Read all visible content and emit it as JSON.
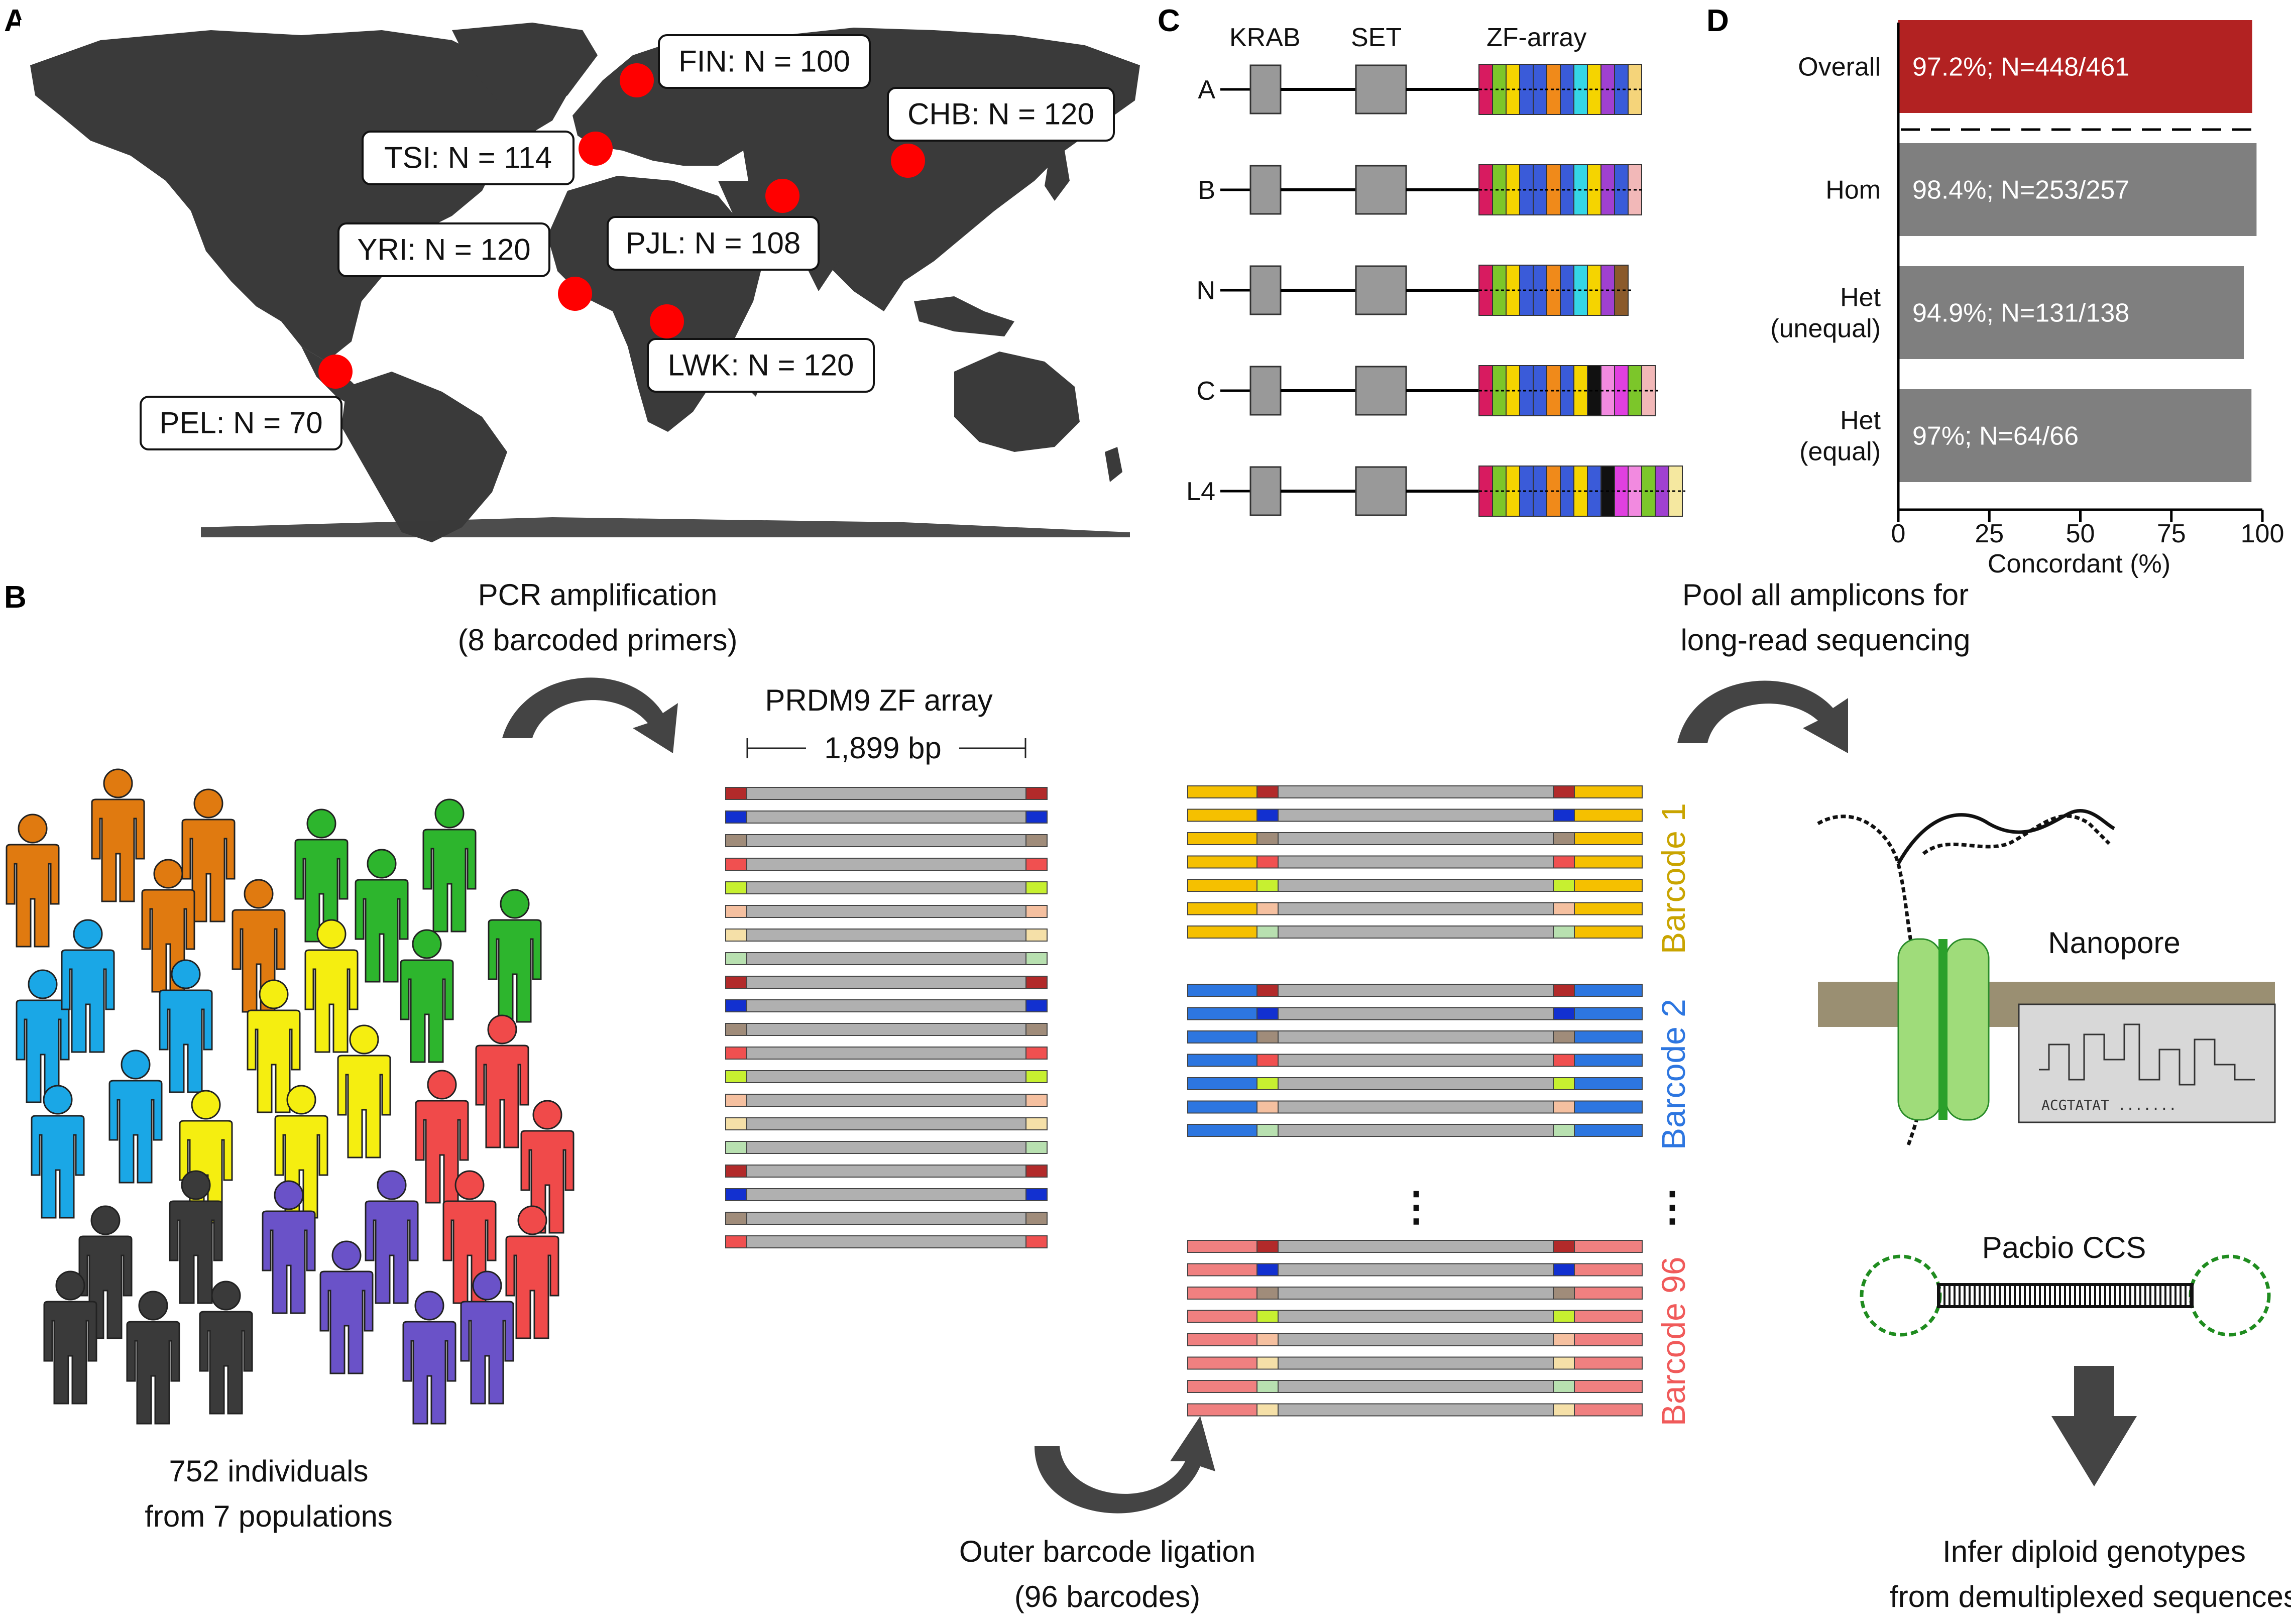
{
  "panels": {
    "a": "A",
    "b": "B",
    "c": "C",
    "d": "D"
  },
  "map": {
    "pins": [
      {
        "id": "fin",
        "label": "FIN: N = 100"
      },
      {
        "id": "chb",
        "label": "CHB: N = 120"
      },
      {
        "id": "tsi",
        "label": "TSI: N = 114"
      },
      {
        "id": "yri",
        "label": "YRI: N = 120"
      },
      {
        "id": "pjl",
        "label": "PJL: N = 108"
      },
      {
        "id": "lwk",
        "label": "LWK: N = 120"
      },
      {
        "id": "pel",
        "label": "PEL: N = 70"
      }
    ],
    "colors": {
      "land": "#3a3a3a",
      "pin": "#ff0000"
    }
  },
  "protein": {
    "domains": [
      "KRAB",
      "SET",
      "ZF-array"
    ],
    "alleles": [
      "A",
      "B",
      "N",
      "C",
      "L4"
    ]
  },
  "chart_data": {
    "type": "bar",
    "categories": [
      "Overall",
      "Hom",
      "Het\n(unequal)",
      "Het\n(equal)"
    ],
    "category_lines": [
      [
        "Overall"
      ],
      [
        "Hom"
      ],
      [
        "Het",
        "(unequal)"
      ],
      [
        "Het",
        "(equal)"
      ]
    ],
    "values": [
      97.2,
      98.4,
      94.9,
      97
    ],
    "bar_labels": [
      "97.2%; N=448/461",
      "98.4%; N=253/257",
      "94.9%; N=131/138",
      "97%; N=64/66"
    ],
    "bar_colors": [
      "#b22222",
      "#7f7f7f",
      "#7f7f7f",
      "#7f7f7f"
    ],
    "xlabel": "Concordant (%)",
    "xlim": [
      0,
      100
    ],
    "xticks": [
      0,
      25,
      50,
      75,
      100
    ],
    "orientation": "horizontal"
  },
  "workflow": {
    "pcr_line1": "PCR amplification",
    "pcr_line2": "(8 barcoded primers)",
    "array_title": "PRDM9 ZF array",
    "array_size": "1,899 bp",
    "pool_line1": "Pool all amplicons for",
    "pool_line2": "long-read sequencing",
    "individuals_line1": "752 individuals",
    "individuals_line2": "from 7 populations",
    "ligation_line1": "Outer barcode ligation",
    "ligation_line2": "(96 barcodes)",
    "barcodes": [
      "Barcode 1",
      "Barcode 2",
      "Barcode 96"
    ],
    "barcode_colors": [
      "#f5c000",
      "#2d76e0",
      "#f08080"
    ],
    "ellipsis": "⋮",
    "nanopore": "Nanopore",
    "nanopore_seq": "ACGTATAT .......",
    "pacbio": "Pacbio CCS",
    "infer_line1": "Infer diploid genotypes",
    "infer_line2": "from demultiplexed sequences"
  },
  "people_colors": {
    "orange": "#e07a10",
    "green": "#2db52d",
    "blue": "#1aa7e6",
    "yellow": "#f5ee10",
    "red": "#f04a4a",
    "black": "#3a3a3a",
    "purple": "#6a52c8"
  }
}
